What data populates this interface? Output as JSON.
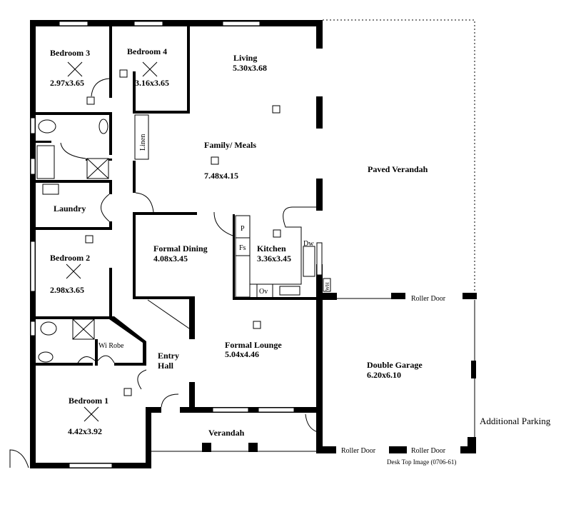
{
  "rooms": {
    "bedroom3": {
      "name": "Bedroom 3",
      "size": "2.97x3.65"
    },
    "bedroom4": {
      "name": "Bedroom 4",
      "size": "3.16x3.65"
    },
    "living": {
      "name": "Living",
      "size": "5.30x3.68"
    },
    "family": {
      "name": "Family/ Meals",
      "size": "7.48x4.15"
    },
    "linen": {
      "name": "Linen"
    },
    "laundry": {
      "name": "Laundry"
    },
    "bedroom2": {
      "name": "Bedroom 2",
      "size": "2.98x3.65"
    },
    "dining": {
      "name": "Formal Dining",
      "size": "4.08x3.45"
    },
    "kitchen": {
      "name": "Kitchen",
      "size": "3.36x3.45"
    },
    "lounge": {
      "name": "Formal Lounge",
      "size": "5.04x4.46"
    },
    "entry": {
      "line1": "Entry",
      "line2": "Hall"
    },
    "wirobe": {
      "name": "Wi Robe"
    },
    "bedroom1": {
      "name": "Bedroom 1",
      "size": "4.42x3.92"
    },
    "verandah": {
      "name": "Verandah"
    },
    "paved_verandah": {
      "name": "Paved Verandah"
    },
    "garage": {
      "name": "Double Garage",
      "size": "6.20x6.10"
    }
  },
  "fixtures": {
    "pantry": "P",
    "fridge": "Fs",
    "dishwasher": "Dw",
    "oven": "Ov",
    "water_heater": "WH"
  },
  "doors": {
    "roller_top": "Roller Door",
    "roller_bottom_left": "Roller Door",
    "roller_bottom_right": "Roller Door"
  },
  "additional_parking": "Additional Parking",
  "footer": "Desk Top Image (0706-61)"
}
